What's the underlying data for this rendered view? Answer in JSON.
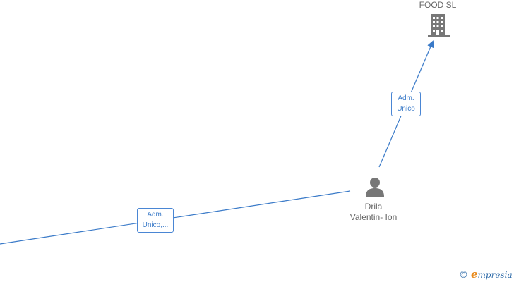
{
  "nodes": {
    "company": {
      "name": "FOOD  SL",
      "icon": "building-icon"
    },
    "person": {
      "name_line1": "Drila",
      "name_line2": "Valentin- Ion",
      "icon": "person-icon"
    }
  },
  "edges": [
    {
      "from": "person",
      "to": "company",
      "label_line1": "Adm.",
      "label_line2": "Unico"
    },
    {
      "from": "offscreen-left",
      "to": "person",
      "label_line1": "Adm.",
      "label_line2": "Unico,..."
    }
  ],
  "brand": {
    "copyright": "©",
    "e_letter": "e",
    "rest": "mpresia"
  },
  "colors": {
    "edge": "#3a7ac8",
    "icon": "#777777",
    "label_text": "#666666"
  }
}
